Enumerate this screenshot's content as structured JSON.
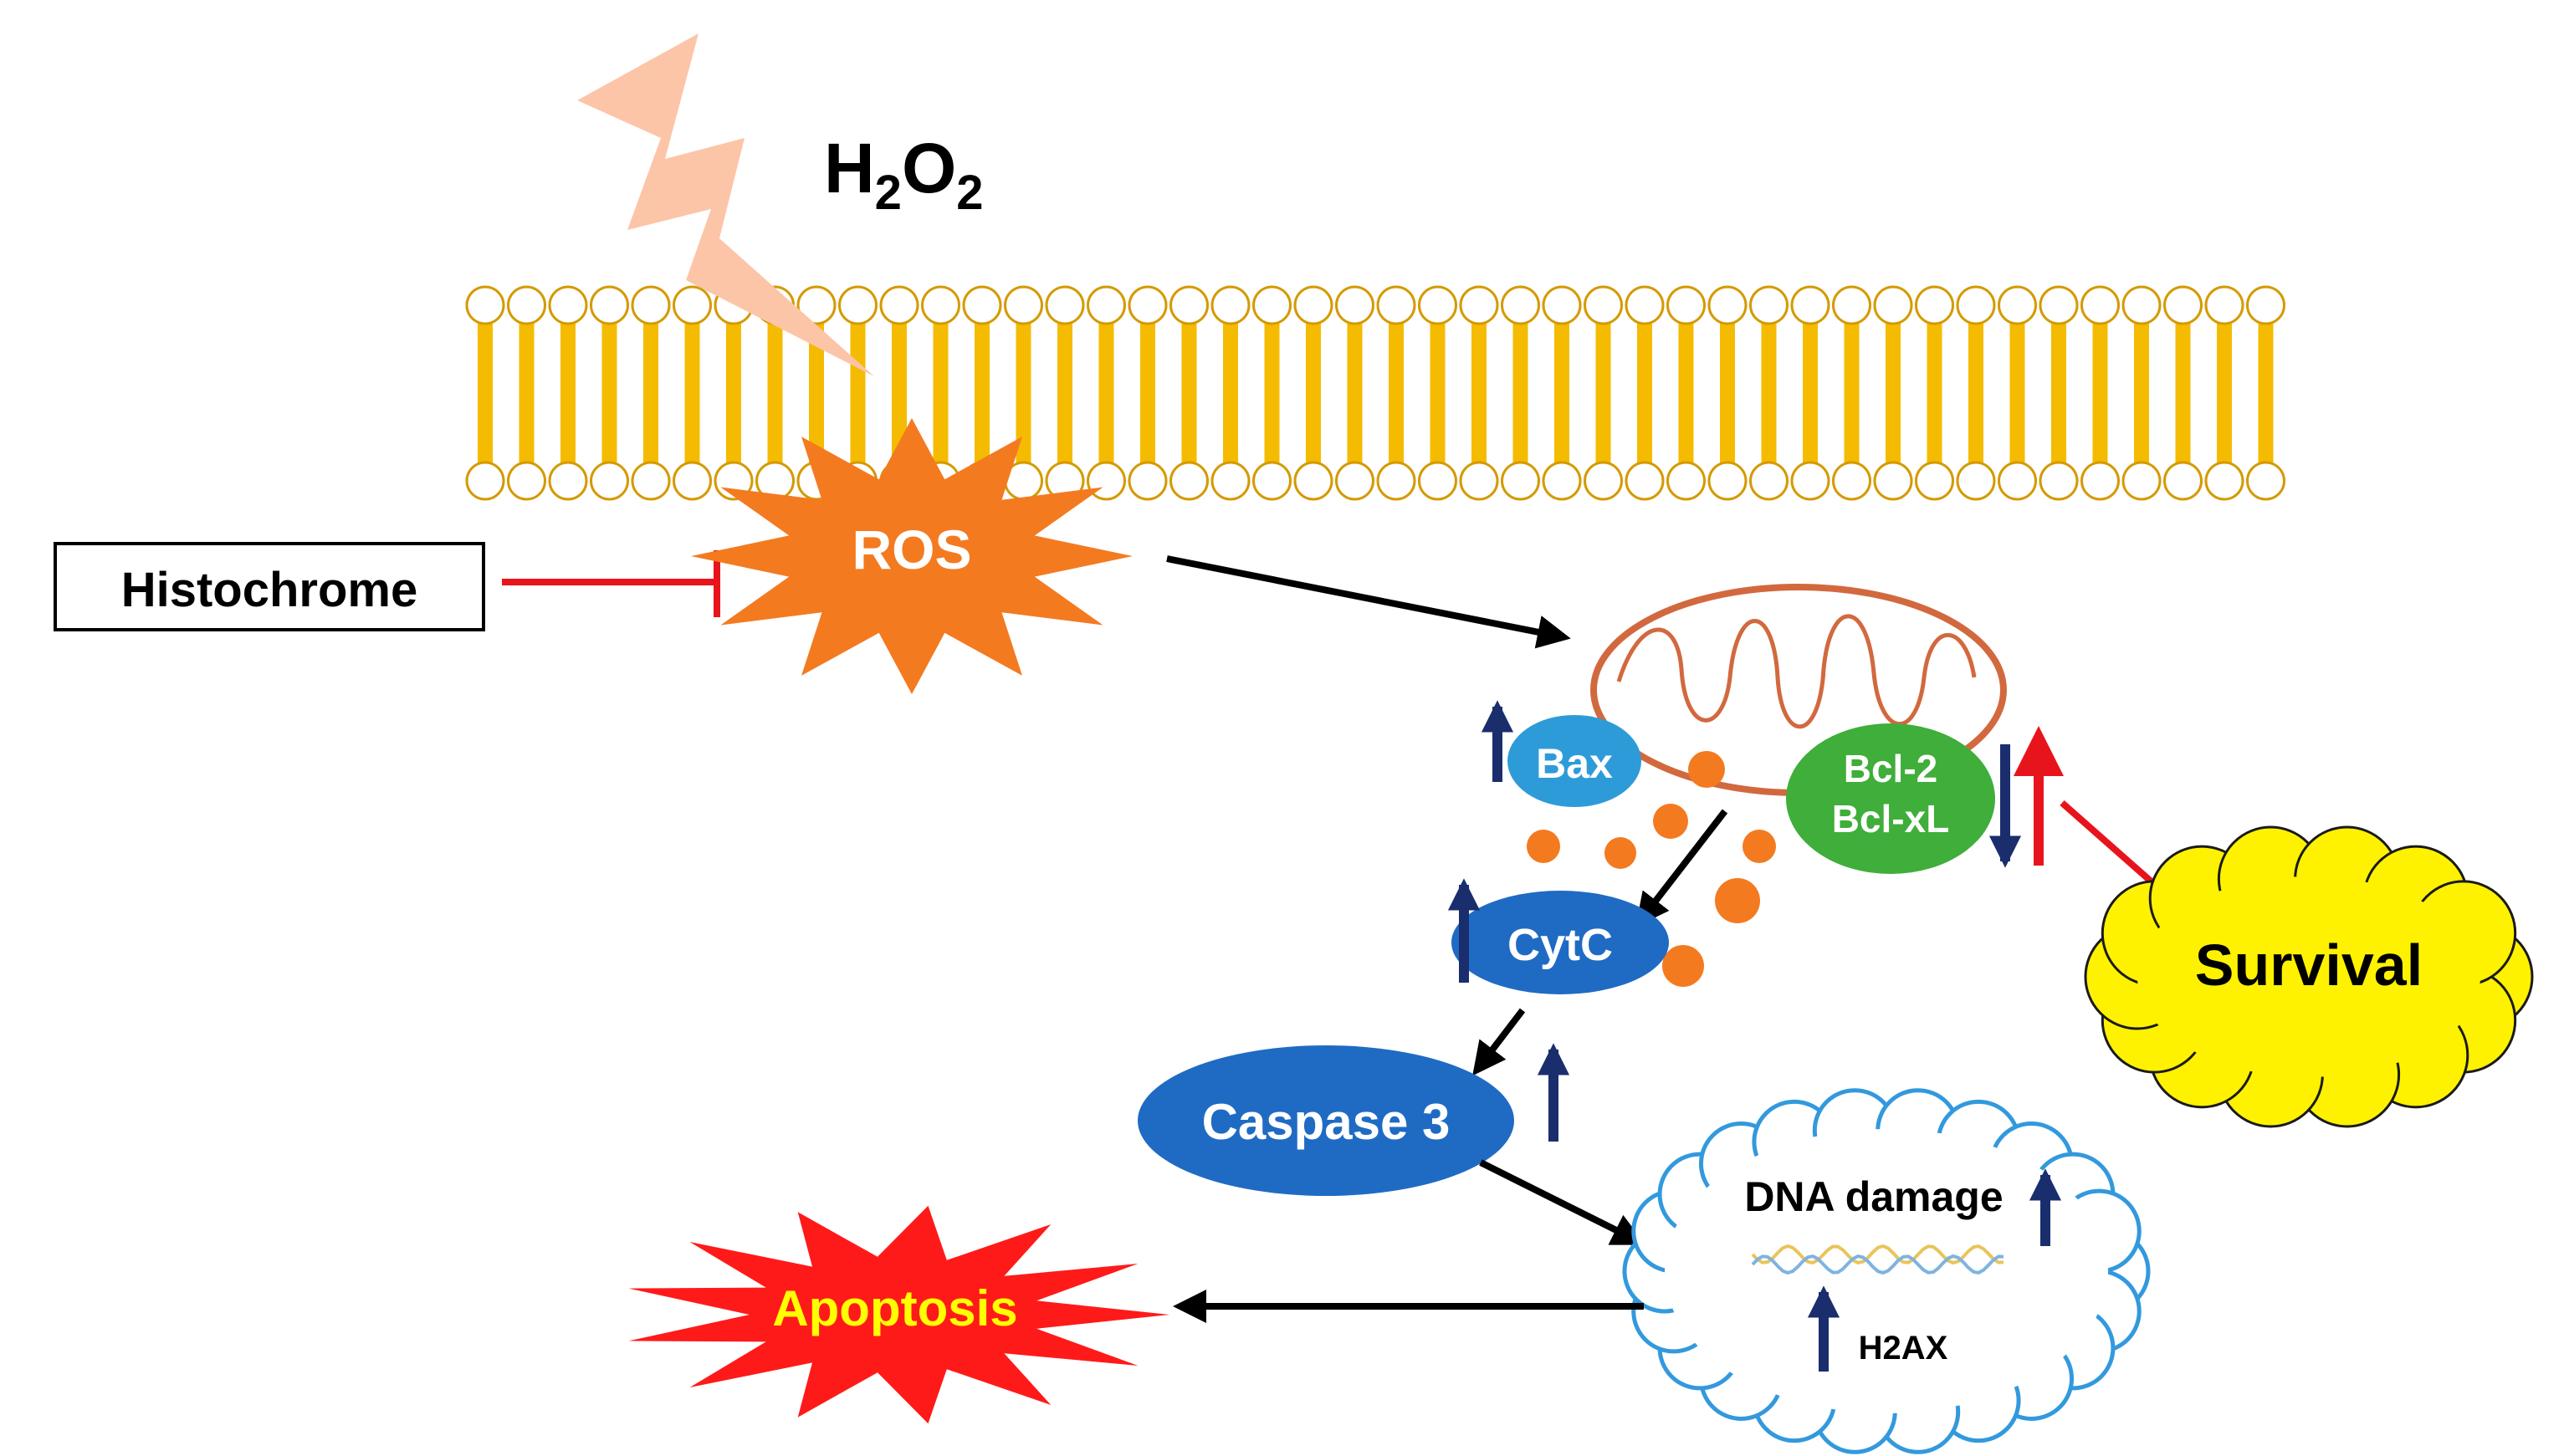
{
  "stimulus": {
    "main": "H",
    "sub1": "2",
    "mid": "O",
    "sub2": "2"
  },
  "inhibitor": {
    "label": "Histochrome"
  },
  "ros": {
    "label": "ROS"
  },
  "mitochondria": {
    "bax": "Bax",
    "bcl_line1": "Bcl-2",
    "bcl_line2": "Bcl-xL"
  },
  "cytc": {
    "label": "CytC"
  },
  "caspase": {
    "label": "Caspase 3"
  },
  "survival": {
    "label": "Survival"
  },
  "dna": {
    "label": "DNA damage",
    "h2ax": "H2AX"
  },
  "apoptosis": {
    "label": "Apoptosis"
  },
  "colors": {
    "membrane_tail": "#F5BB00",
    "ros": "#F47A20",
    "bax": "#2E9BD9",
    "bcl": "#3FAE3A",
    "blue_node": "#1F6BC4",
    "survival": "#FFF200",
    "apoptosis": "#FF1A1A",
    "apoptosis_text": "#FFFF00",
    "up_arrow": "#1A2E6E",
    "inhibit": "#E8141C",
    "mito": "#D2693E",
    "bolt": "#FCC5A8",
    "dna_cloud": "#3399DD"
  },
  "icons": [
    "lightning-bolt-icon",
    "lipid-bilayer",
    "mitochondrion-icon",
    "dna-strand-icon"
  ]
}
